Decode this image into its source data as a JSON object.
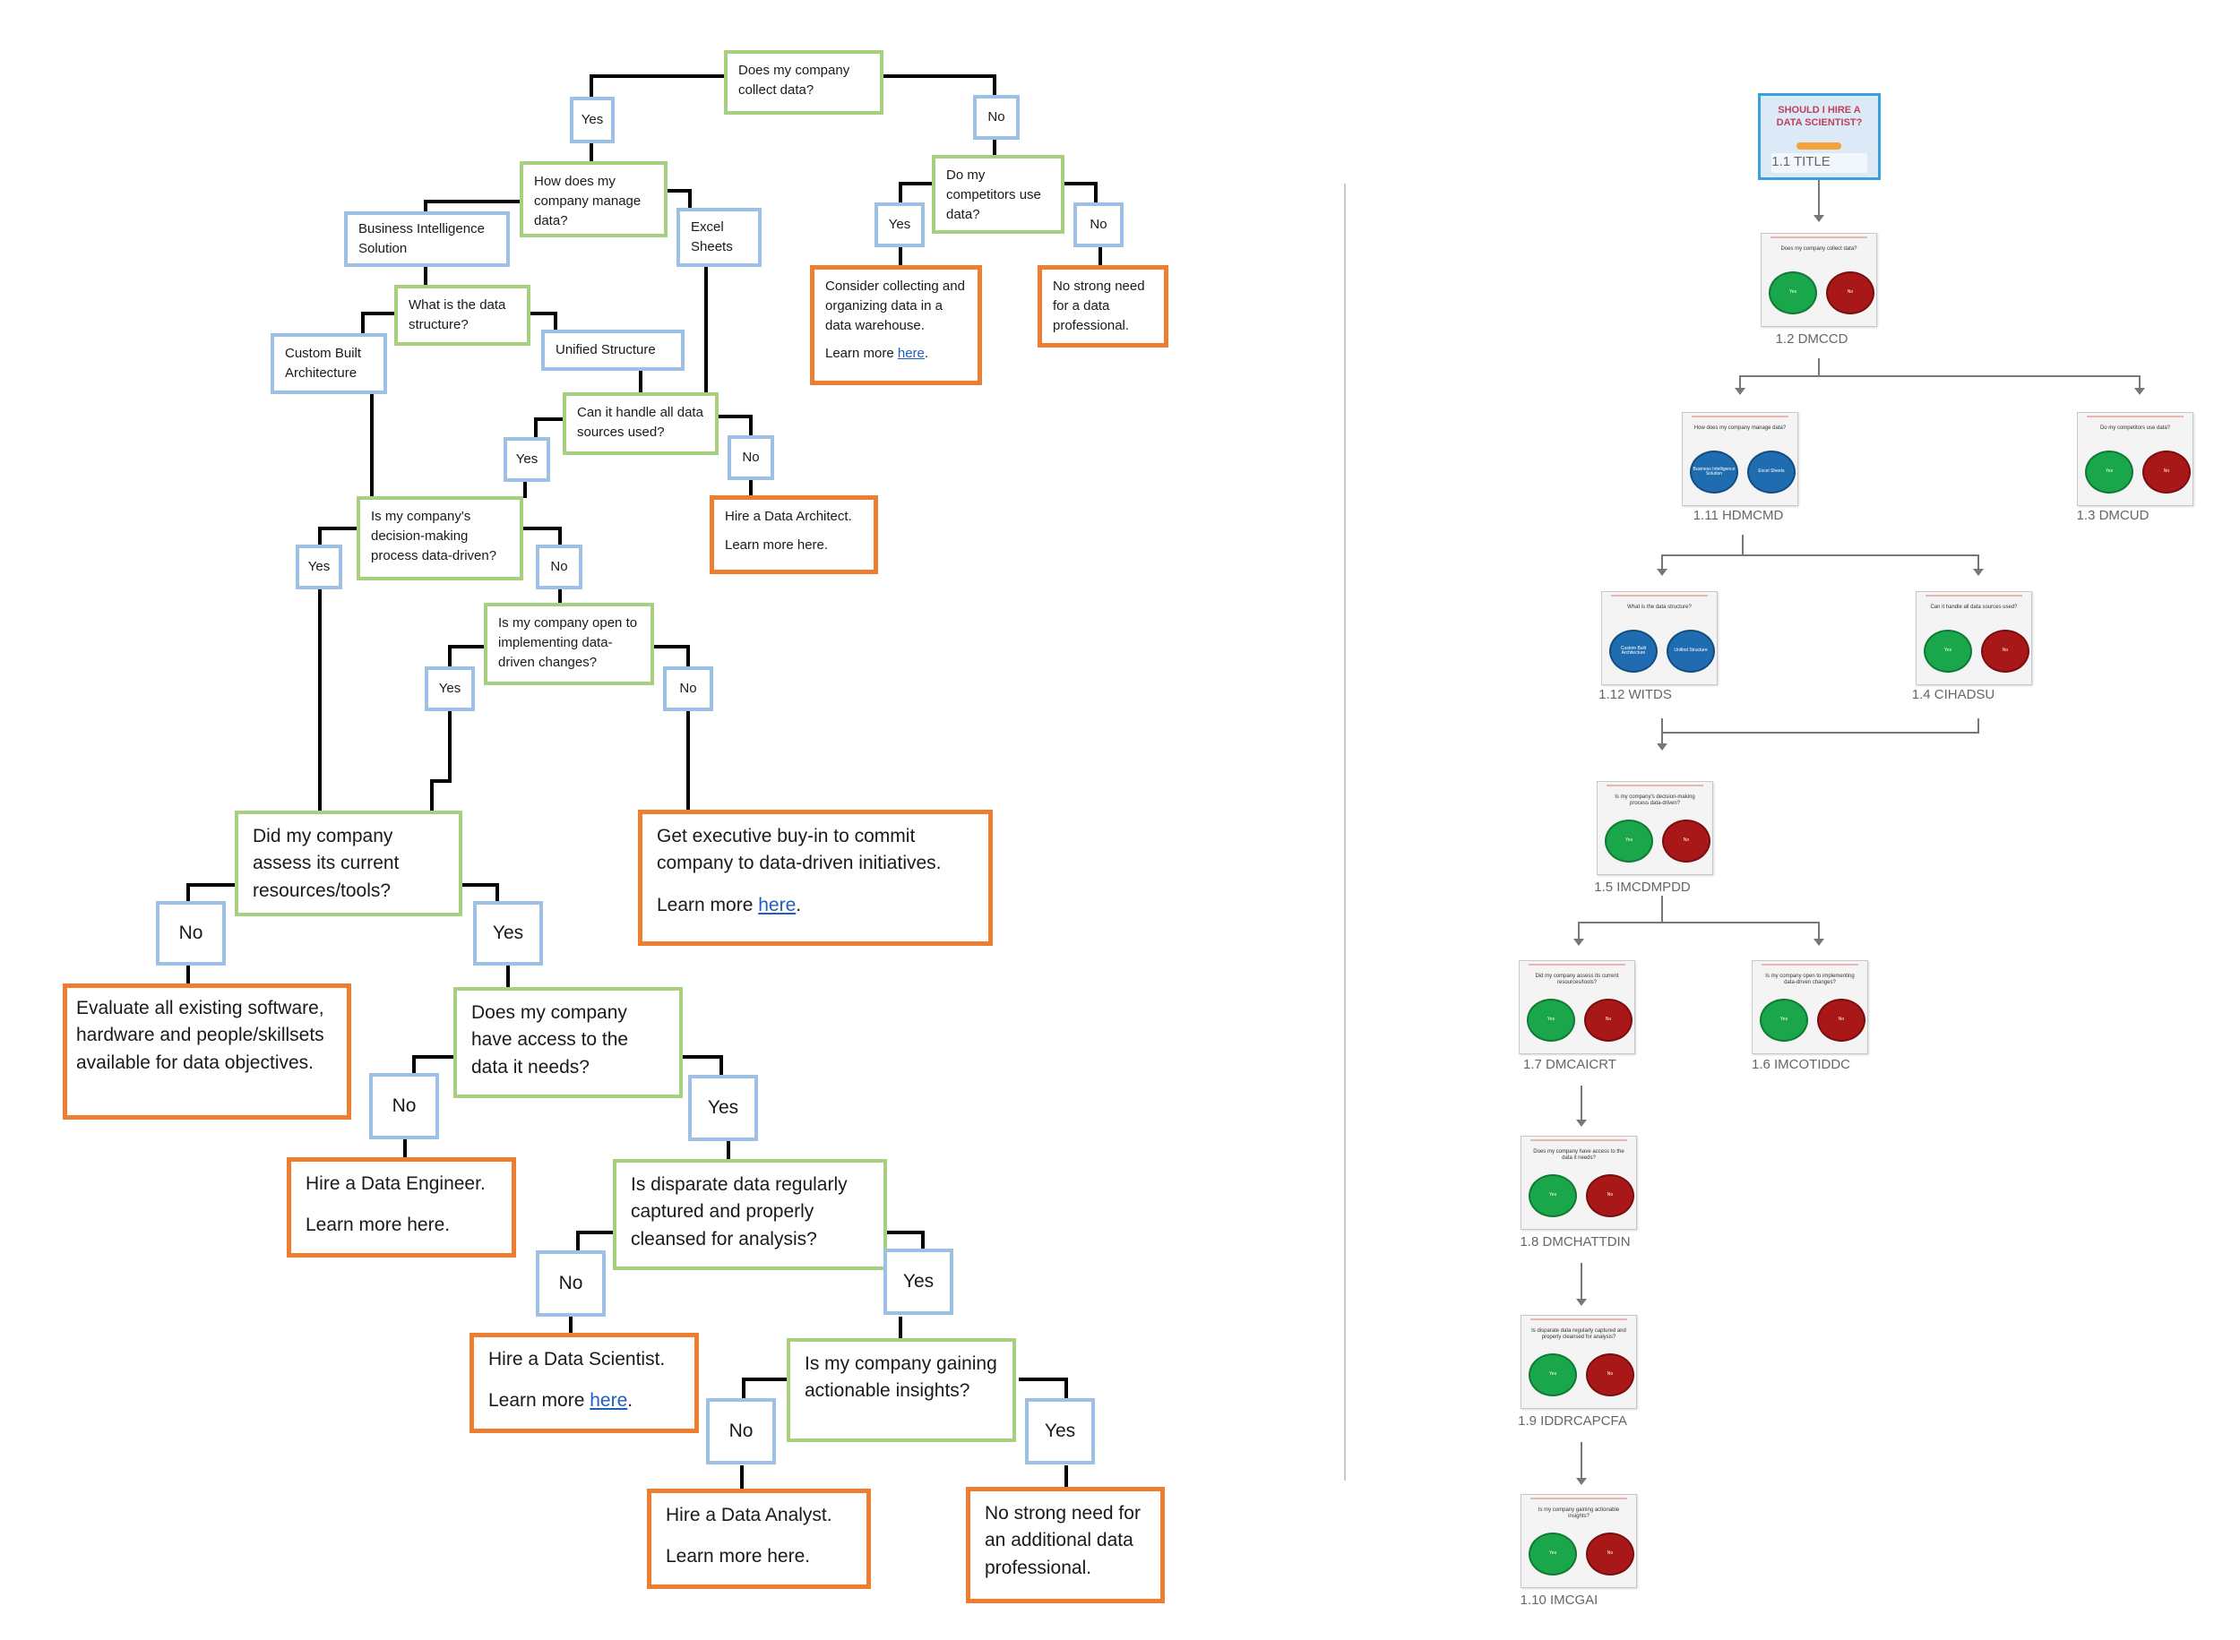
{
  "flowchart": {
    "q_collect": "Does my company collect data?",
    "yes_collect": "Yes",
    "no_collect": "No",
    "q_manage": "How does my company manage data?",
    "bi_solution": "Business Intelligence Solution",
    "excel_sheets": "Excel Sheets",
    "q_structure": "What is the data structure?",
    "custom_built": "Custom Built Architecture",
    "unified_structure": "Unified Structure",
    "q_handle_sources": "Can it handle all data sources used?",
    "yes_handle": "Yes",
    "no_handle": "No",
    "hire_architect": "Hire a Data Architect.",
    "architect_learn": "Learn more here.",
    "q_decision_driven": "Is my company's decision-making process data-driven?",
    "yes_driven": "Yes",
    "no_driven": "No",
    "q_open_changes": "Is my company open to implementing data-driven changes?",
    "yes_open": "Yes",
    "no_open": "No",
    "exec_buyin": "Get executive buy-in to commit company to data-driven initiatives.",
    "exec_learn_prefix": "Learn more ",
    "exec_learn_link": "here",
    "exec_learn_suffix": ".",
    "q_competitors": "Do my competitors use data?",
    "yes_competitors": "Yes",
    "no_competitors": "No",
    "consider_collecting": "Consider collecting and organizing data in a data warehouse.",
    "consider_learn_prefix": "Learn more ",
    "consider_learn_link": "here",
    "consider_learn_suffix": ".",
    "no_strong_need_1": "No strong need for a data professional.",
    "q_assess": "Did my company assess its current resources/tools?",
    "no_assess": "No",
    "yes_assess": "Yes",
    "evaluate_existing": "Evaluate all existing software, hardware and people/skillsets available for data objectives.",
    "q_access": "Does my company have access to the data it needs?",
    "no_access": "No",
    "yes_access": "Yes",
    "hire_engineer": "Hire a Data Engineer.",
    "engineer_learn": "Learn more here.",
    "q_disparate": "Is disparate data regularly captured and properly cleansed for analysis?",
    "no_disparate": "No",
    "yes_disparate": "Yes",
    "hire_scientist": "Hire a Data Scientist.",
    "scientist_learn_prefix": "Learn more ",
    "scientist_learn_link": "here",
    "scientist_learn_suffix": ".",
    "q_insights": "Is my company gaining actionable insights?",
    "no_insights": "No",
    "yes_insights": "Yes",
    "hire_analyst": "Hire a Data Analyst.",
    "analyst_learn": "Learn more here.",
    "no_strong_need_2": "No strong need for an additional data professional."
  },
  "storyboard": {
    "title_card_text": "SHOULD I HIRE A DATA SCIENTIST?",
    "labels": {
      "c11": "1.1 TITLE",
      "c12": "1.2 DMCCD",
      "c111": "1.11 HDMCMD",
      "c13": "1.3 DMCUD",
      "c112": "1.12 WITDS",
      "c14": "1.4 CIHADSU",
      "c15": "1.5 IMCDMPDD",
      "c17": "1.7 DMCAICRT",
      "c16": "1.6 IMCOTIDDC",
      "c18": "1.8 DMCHATTDIN",
      "c19": "1.9 IDDRCAPCFA",
      "c110": "1.10 IMCGAI"
    },
    "titles": {
      "c12": "Does my company collect data?",
      "c111": "How does my company manage data?",
      "c13": "Do my competitors use data?",
      "c112": "What is the data structure?",
      "c14": "Can it handle all data sources used?",
      "c15": "Is my company's decision-making process data-driven?",
      "c17": "Did my company assess its current resources/tools?",
      "c16": "Is my company open to implementing data-driven changes?",
      "c18": "Does my company have access to the data it needs?",
      "c19": "Is disparate data regularly captured and properly cleansed for analysis?",
      "c110": "Is my company gaining actionable insights?"
    },
    "yes": "Yes",
    "no": "No",
    "bi_short": "Business Intelligence Solution",
    "excel_short": "Excel Sheets",
    "custom_short": "Custom Built Architecture",
    "unified_short": "Unified Structure"
  },
  "colors": {
    "question_border": "#a6cf7f",
    "answer_border": "#9ec0e4",
    "result_border": "#ed7d31",
    "link": "#1f5fbf",
    "yes_button": "#1aa64a",
    "no_button": "#a81818"
  }
}
